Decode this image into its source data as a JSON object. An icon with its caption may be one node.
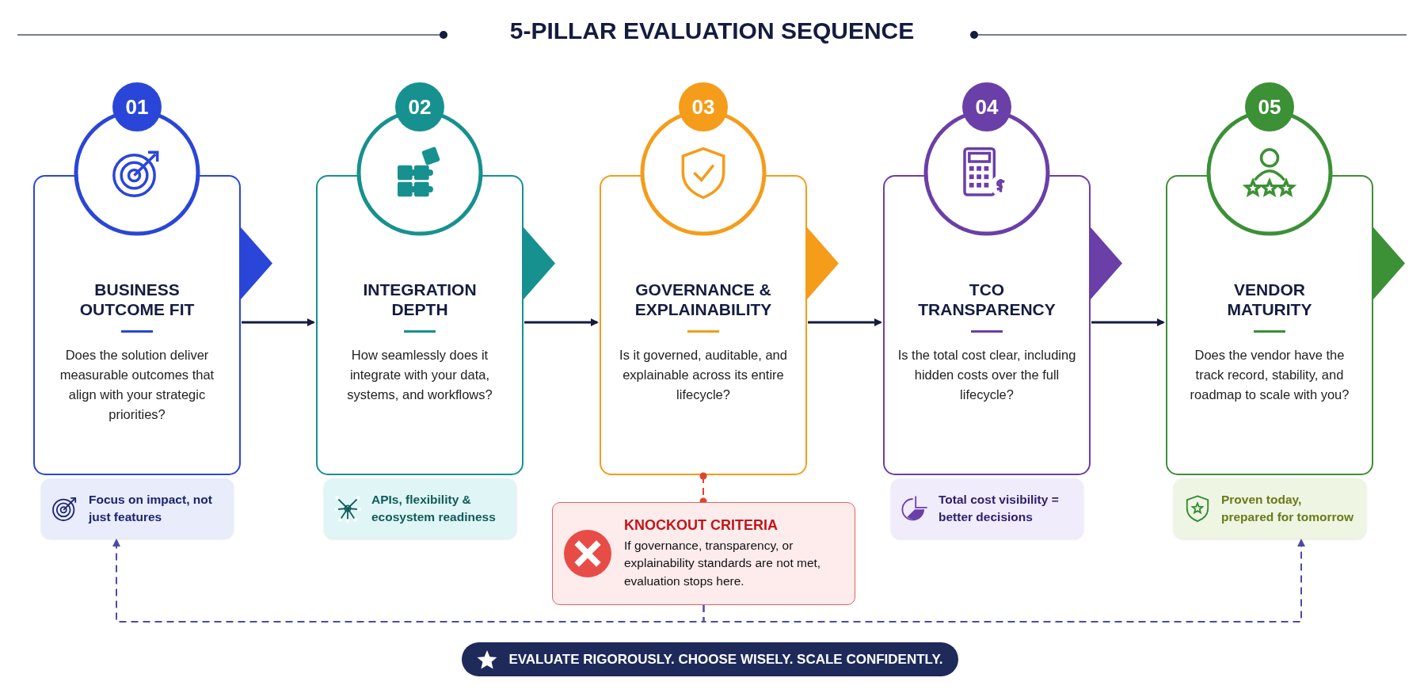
{
  "diagram": {
    "title": "5-PILLAR EVALUATION SEQUENCE",
    "nodes": [
      {
        "text": [
          "01"
        ]
      },
      {
        "text": [
          "BUSINESS OUTCOME FIT",
          "Does the solution deliver measurable outcomes that align with your strategic priorities?"
        ]
      },
      {
        "text": [
          "Focus on impact, not just features"
        ]
      },
      {
        "text": [
          "02"
        ]
      },
      {
        "text": [
          "INTEGRATION DEPTH",
          "How seamlessly does it integrate with your data, systems, and workflows?"
        ]
      },
      {
        "text": [
          "APIs, flexibility & ecosystem readiness"
        ]
      },
      {
        "text": [
          "03"
        ]
      },
      {
        "text": [
          "GOVERNANCE & EXPLAINABILITY",
          "Is it governed, auditable, and explainable across its entire lifecycle?"
        ]
      },
      {
        "text": [
          "KNOCKOUT CRITERIA",
          "If governance, transparency, or explainability standards are not met, evaluation stops here."
        ]
      },
      {
        "text": [
          "04"
        ]
      },
      {
        "text": [
          "TCO TRANSPARENCY",
          "Is the total cost clear, including hidden costs over the full lifecycle?"
        ]
      },
      {
        "text": [
          "Total cost visibility = better decisions"
        ]
      },
      {
        "text": [
          "05"
        ]
      },
      {
        "text": [
          "VENDOR MATURITY",
          "Does the vendor have the track record, stability, and roadmap to scale with you?"
        ]
      },
      {
        "text": [
          "Proven today, prepared for tomorrow"
        ]
      },
      {
        "text": [
          "EVALUATE RIGOROUSLY. CHOOSE WISELY. SCALE CONFIDENTLY."
        ]
      },
      {
        "text": [],
        "shape": "triangle"
      },
      {
        "text": [],
        "shape": "triangle"
      },
      {
        "text": [],
        "shape": "triangle"
      },
      {
        "text": [],
        "shape": "triangle"
      },
      {
        "text": [],
        "shape": "triangle"
      }
    ],
    "edges": [
      {
        "from": 1,
        "to": 4,
        "arrow": "to"
      },
      {
        "from": 4,
        "to": 7,
        "arrow": "to"
      },
      {
        "from": 7,
        "to": 10,
        "arrow": "to"
      },
      {
        "from": 10,
        "to": 13,
        "arrow": "to"
      },
      {
        "from": 7,
        "to": 8,
        "arrow": "other",
        "style": "dashed",
        "color": "#e0442c"
      },
      {
        "from": 8,
        "to": 2,
        "arrow": "to",
        "style": "dashed",
        "color": "#4b4ba6"
      },
      {
        "from": 8,
        "to": 14,
        "arrow": "to",
        "style": "dashed",
        "color": "#4b4ba6"
      }
    ]
  }
}
